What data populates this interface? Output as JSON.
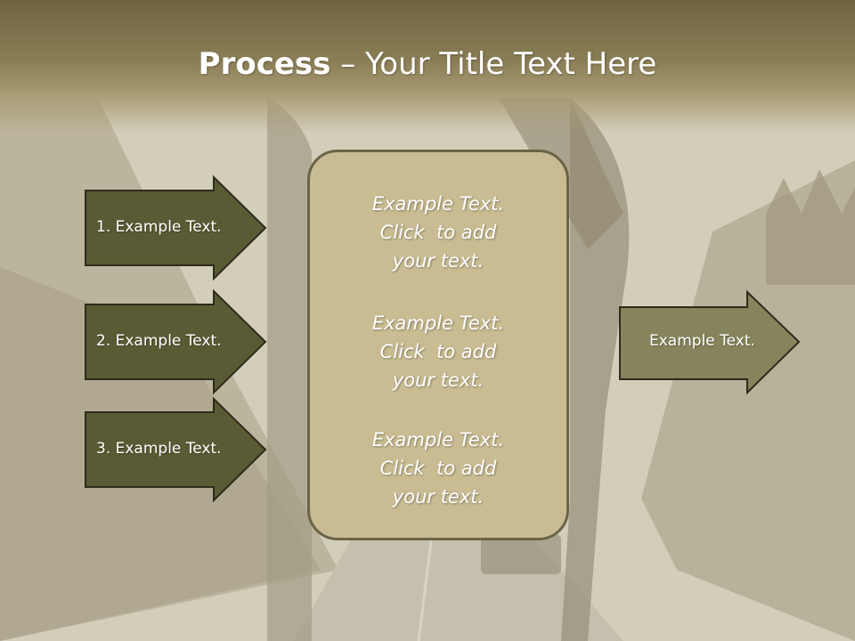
{
  "slide": {
    "title_bold": "Process",
    "title_dash": " – ",
    "title_rest": "Your Title Text Here"
  },
  "left_arrows": [
    {
      "label": "1. Example Text."
    },
    {
      "label": "2. Example Text."
    },
    {
      "label": "3. Example Text."
    }
  ],
  "center_box": {
    "blocks": [
      {
        "line1": "Example Text.",
        "line2": "Click  to add",
        "line3": "your text."
      },
      {
        "line1": "Example Text.",
        "line2": "Click  to add",
        "line3": "your text."
      },
      {
        "line1": "Example Text.",
        "line2": "Click  to add",
        "line3": "your text."
      }
    ]
  },
  "right_arrow": {
    "label": "Example Text."
  },
  "colors": {
    "left_arrow_fill": "#5a5a34",
    "right_arrow_fill": "#86845c",
    "box_fill": "#c9bc92",
    "outline": "#2c2c1c"
  }
}
